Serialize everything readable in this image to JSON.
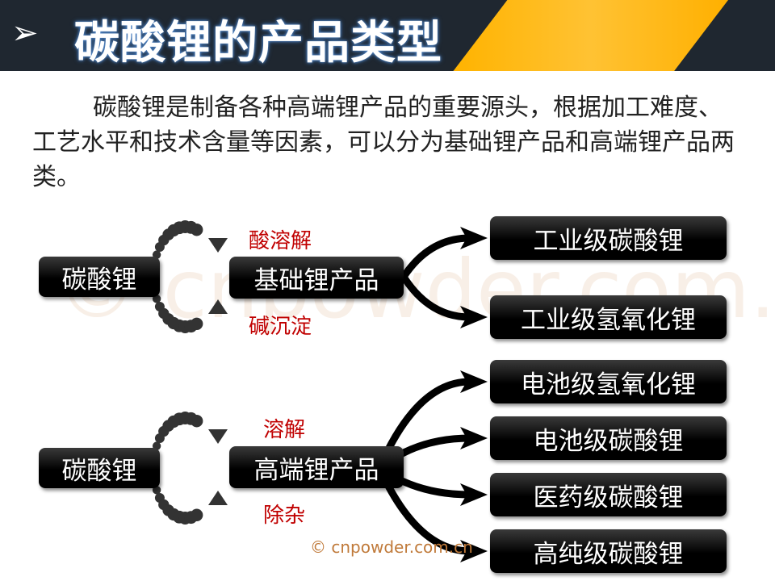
{
  "header": {
    "title": "碳酸锂的产品类型",
    "bullet_icon": "chevron-right-icon"
  },
  "intro": "碳酸锂是制备各种高端锂产品的重要源头，根据加工难度、工艺水平和技术含量等因素，可以分为基础锂产品和高端锂产品两类。",
  "group1": {
    "source": "碳酸锂",
    "product": "基础锂产品",
    "top_label": "酸溶解",
    "bottom_label": "碱沉淀",
    "outputs": [
      "工业级碳酸锂",
      "工业级氢氧化锂"
    ]
  },
  "group2": {
    "source": "碳酸锂",
    "product": "高端锂产品",
    "top_label": "溶解",
    "bottom_label": "除杂",
    "outputs": [
      "电池级氢氧化锂",
      "电池级碳酸锂",
      "医药级碳酸锂",
      "高纯级碳酸锂"
    ]
  },
  "watermark": "© cnpowder.com.cn",
  "colors": {
    "header": "#1f2730",
    "accent": "#ffb300",
    "label": "#c00000"
  }
}
